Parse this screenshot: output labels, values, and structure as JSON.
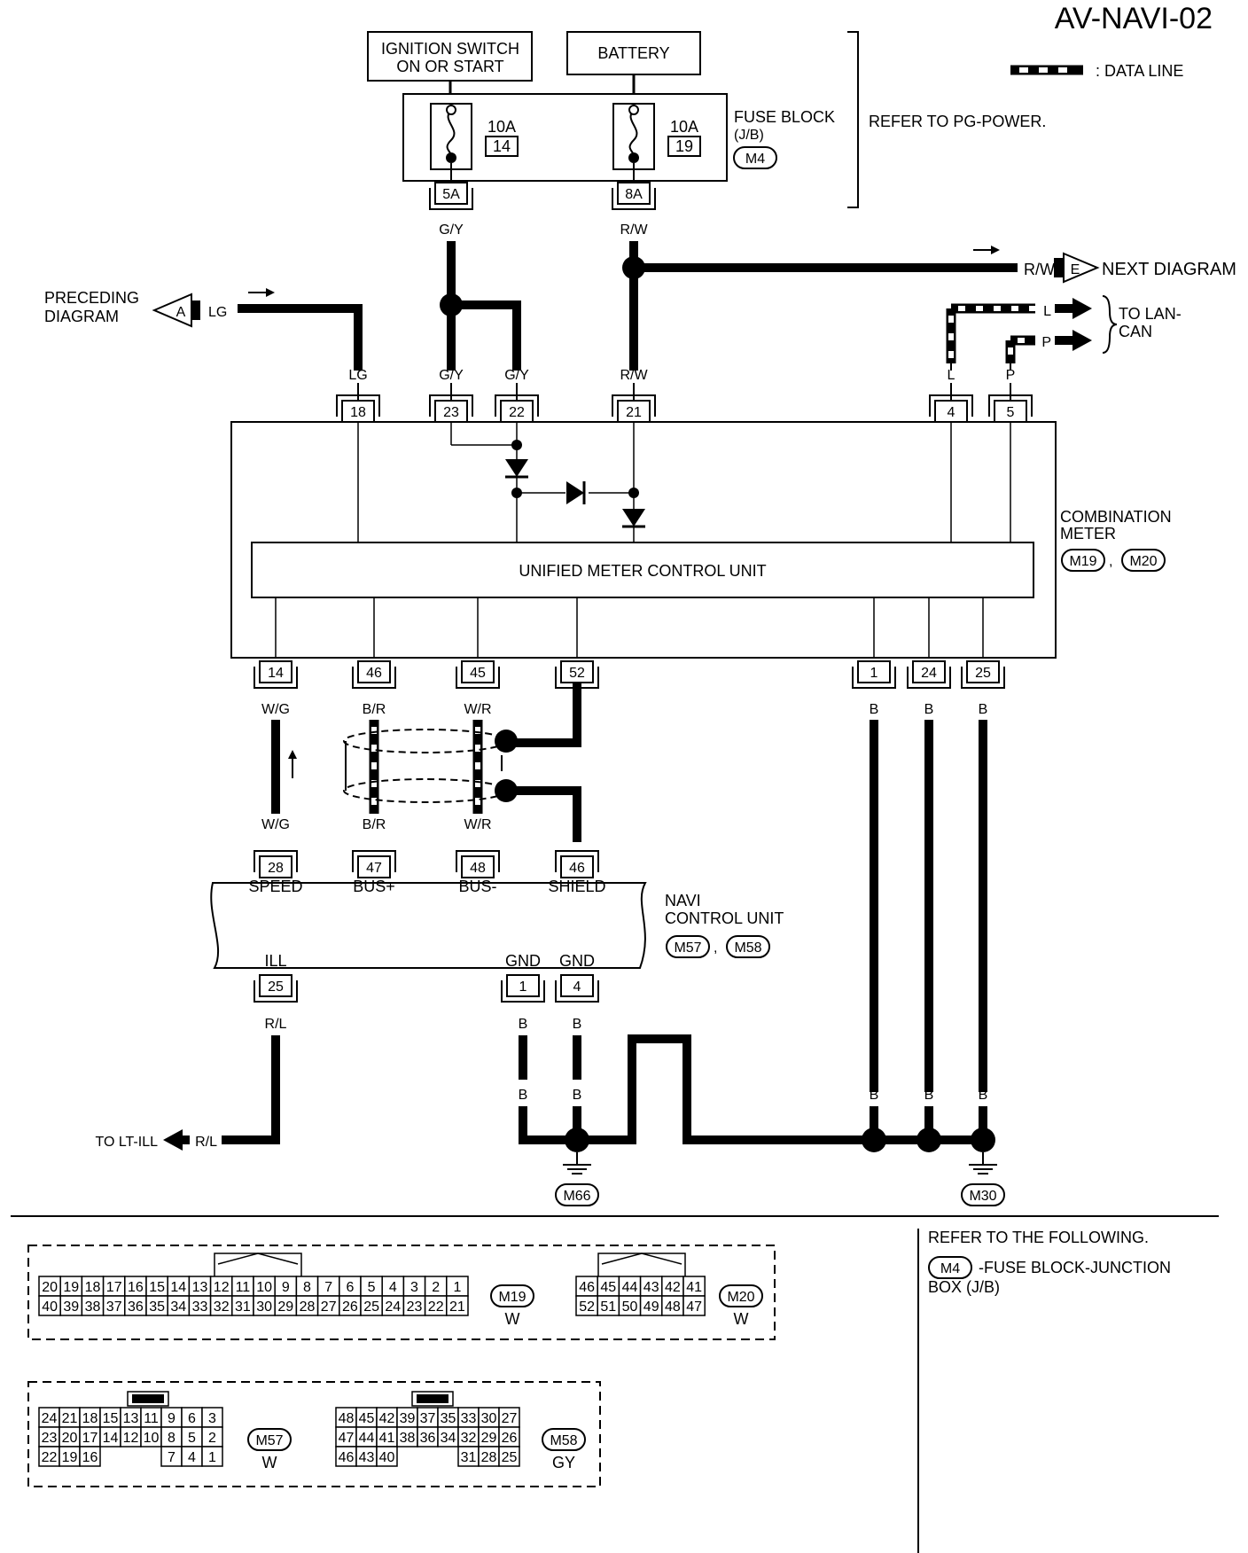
{
  "header": {
    "diagram_id": "AV-NAVI-02",
    "data_line_legend": ": DATA LINE"
  },
  "power": {
    "ignition_line1": "IGNITION SWITCH",
    "ignition_line2": "ON OR START",
    "battery": "BATTERY",
    "fuse1_amp": "10A",
    "fuse1_no": "14",
    "fuse2_amp": "10A",
    "fuse2_no": "19",
    "fuse_block_line1": "FUSE BLOCK",
    "fuse_block_line2": "(J/B)",
    "fuse_block_conn": "M4",
    "fuse_out1": "5A",
    "fuse_out2": "8A",
    "refer_power": "REFER TO PG-POWER."
  },
  "wires": {
    "gy": "G/Y",
    "rw": "R/W",
    "lg": "LG",
    "l": "L",
    "p": "P",
    "wg": "W/G",
    "br": "B/R",
    "wr": "W/R",
    "b": "B",
    "rl": "R/L"
  },
  "offpage": {
    "preceding_line1": "PRECEDING",
    "preceding_line2": "DIAGRAM",
    "preceding_letter": "A",
    "next_letter": "E",
    "next_label": "NEXT DIAGRAM",
    "lan_line1": "TO LAN-",
    "lan_line2": "CAN",
    "lt_ill": "TO LT-ILL"
  },
  "combination_meter": {
    "label_line1": "COMBINATION",
    "label_line2": "METER",
    "conn1": "M19",
    "conn2": "M20",
    "sep": ",",
    "unit": "UNIFIED METER CONTROL UNIT",
    "top_pins": [
      "18",
      "23",
      "22",
      "21",
      "4",
      "5"
    ],
    "bottom_pins": [
      "14",
      "46",
      "45",
      "52",
      "1",
      "24",
      "25"
    ]
  },
  "navi": {
    "label_line1": "NAVI",
    "label_line2": "CONTROL UNIT",
    "conn1": "M57",
    "conn2": "M58",
    "sep": ",",
    "top_pins": [
      "28",
      "47",
      "48",
      "46"
    ],
    "top_terms": [
      "SPEED",
      "BUS+",
      "BUS-",
      "SHIELD"
    ],
    "bottom_pins": [
      "25",
      "1",
      "4"
    ],
    "bottom_terms": [
      "ILL",
      "GND",
      "GND"
    ]
  },
  "grounds": {
    "g1": "M66",
    "g2": "M30"
  },
  "connectors": {
    "m19": {
      "id": "M19",
      "color": "W",
      "row1": [
        "20",
        "19",
        "18",
        "17",
        "16",
        "15",
        "14",
        "13",
        "12",
        "11",
        "10",
        "9",
        "8",
        "7",
        "6",
        "5",
        "4",
        "3",
        "2",
        "1"
      ],
      "row2": [
        "40",
        "39",
        "38",
        "37",
        "36",
        "35",
        "34",
        "33",
        "32",
        "31",
        "30",
        "29",
        "28",
        "27",
        "26",
        "25",
        "24",
        "23",
        "22",
        "21"
      ]
    },
    "m20": {
      "id": "M20",
      "color": "W",
      "row1": [
        "46",
        "45",
        "44",
        "43",
        "42",
        "41"
      ],
      "row2": [
        "52",
        "51",
        "50",
        "49",
        "48",
        "47"
      ]
    },
    "m57": {
      "id": "M57",
      "color": "W",
      "row1": [
        "24",
        "21",
        "18",
        "15",
        "13",
        "11",
        "9",
        "6",
        "3"
      ],
      "row2": [
        "23",
        "20",
        "17",
        "14",
        "12",
        "10",
        "8",
        "5",
        "2"
      ],
      "row3": [
        "22",
        "19",
        "16",
        "",
        "",
        "",
        "7",
        "4",
        "1"
      ]
    },
    "m58": {
      "id": "M58",
      "color": "GY",
      "row1": [
        "48",
        "45",
        "42",
        "39",
        "37",
        "35",
        "33",
        "30",
        "27"
      ],
      "row2": [
        "47",
        "44",
        "41",
        "38",
        "36",
        "34",
        "32",
        "29",
        "26"
      ],
      "row3": [
        "46",
        "43",
        "40",
        "",
        "",
        "",
        "31",
        "28",
        "25"
      ]
    }
  },
  "refer": {
    "title": "REFER TO THE FOLLOWING.",
    "conn": "M4",
    "desc_line1": "-FUSE BLOCK-JUNCTION",
    "desc_line2": "BOX (J/B)"
  }
}
